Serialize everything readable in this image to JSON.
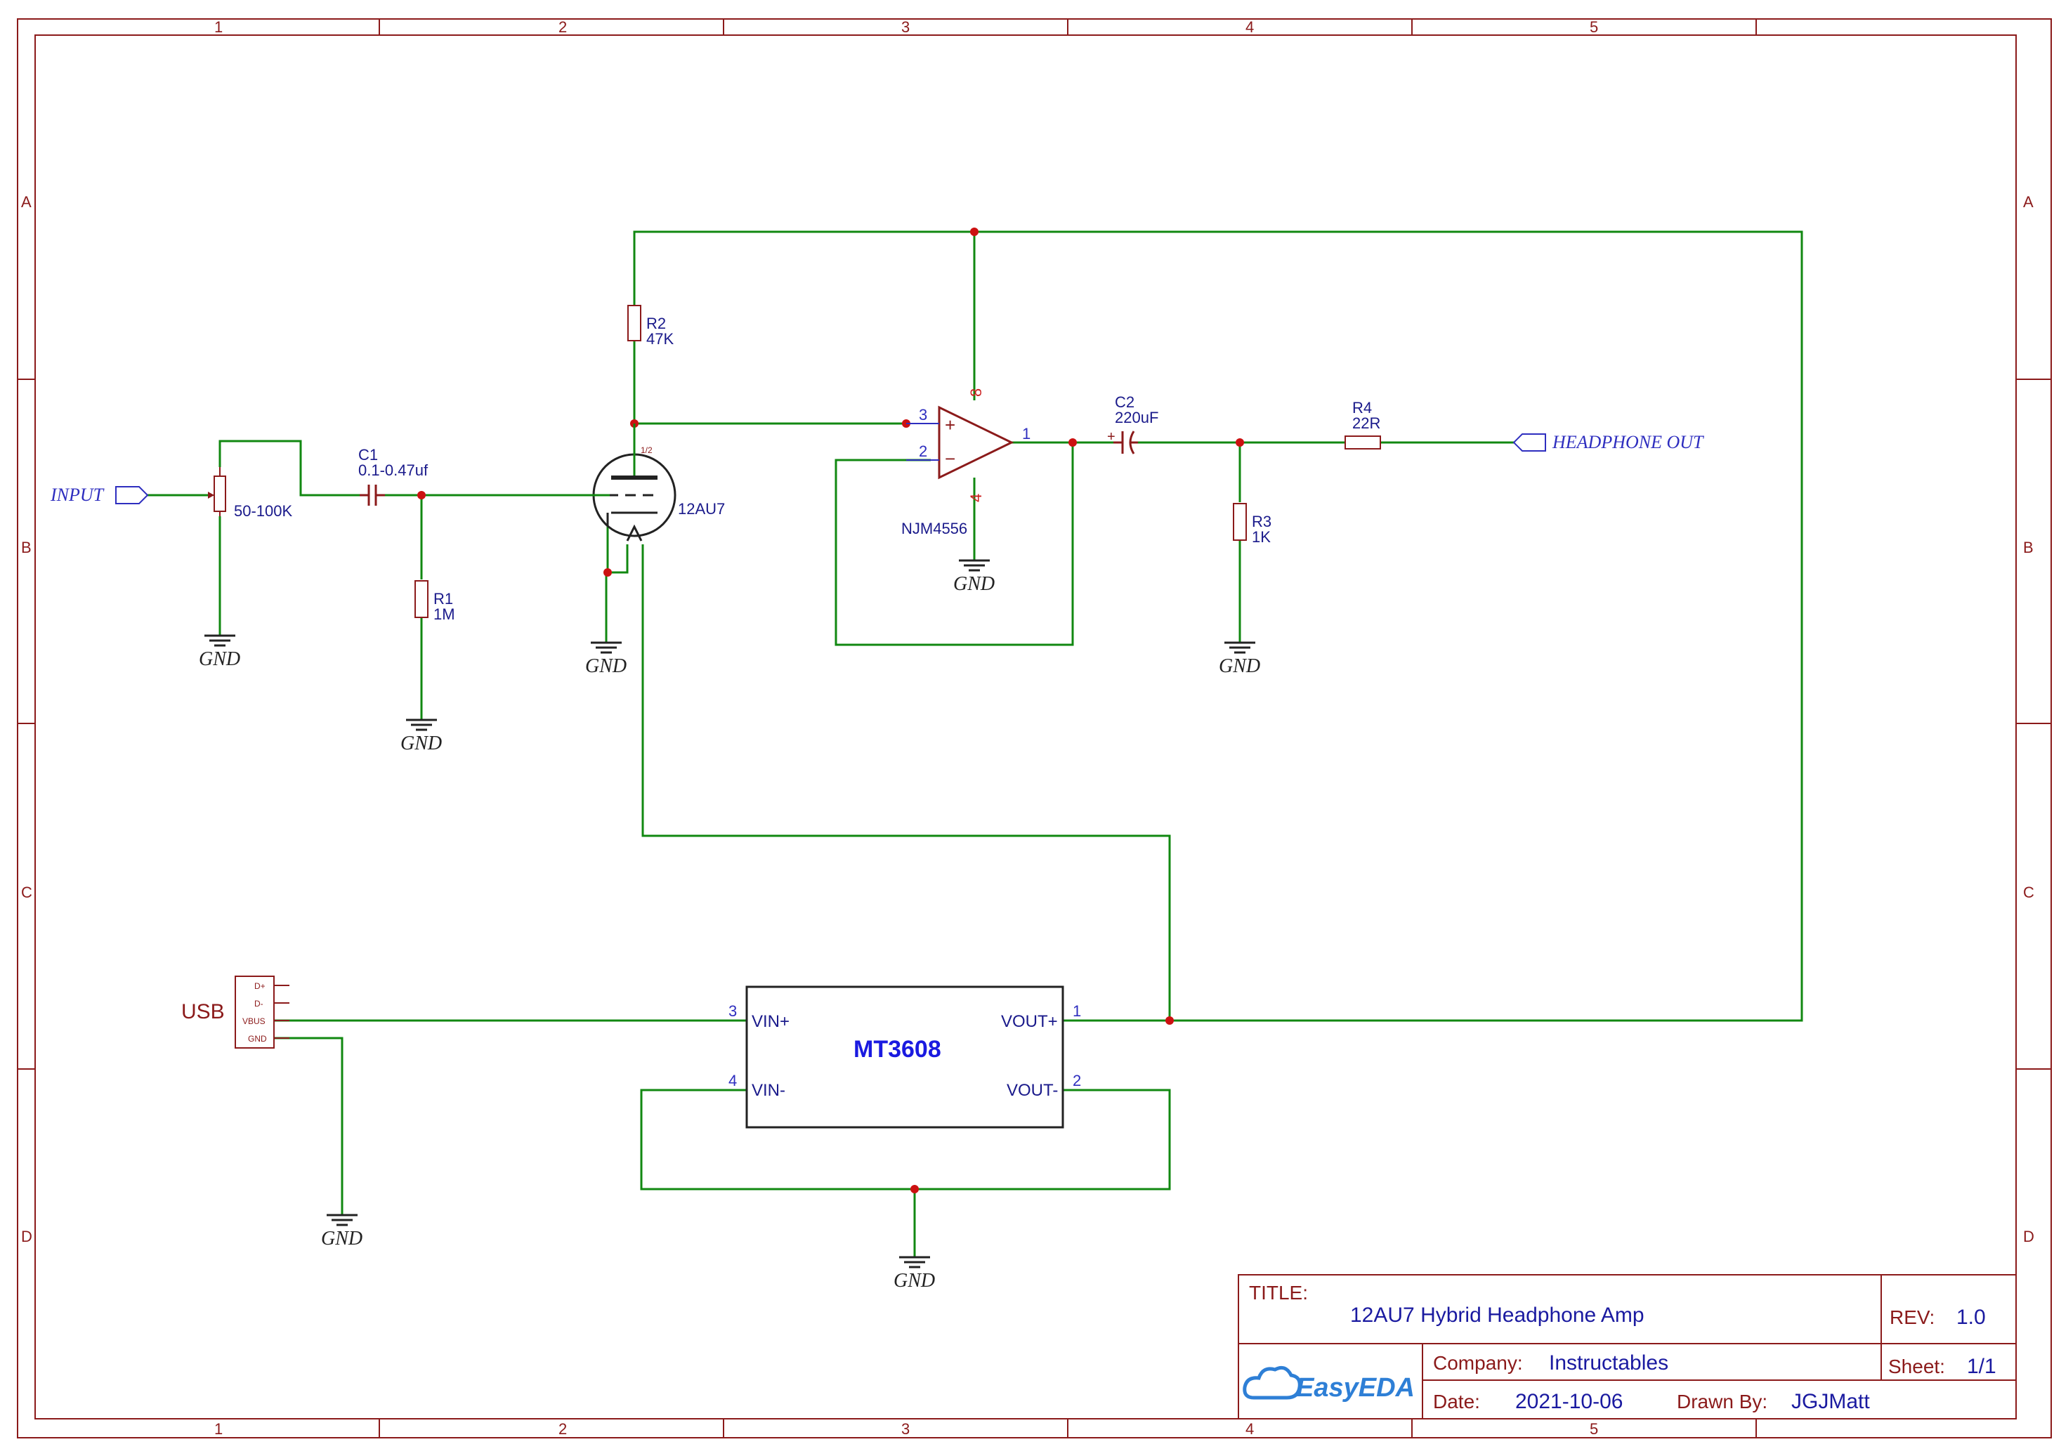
{
  "frame": {
    "columns": [
      "1",
      "2",
      "3",
      "4",
      "5"
    ],
    "rows": [
      "A",
      "B",
      "C",
      "D"
    ],
    "colors": {
      "frame": "#8b1a1a",
      "wire": "#118811",
      "junction": "#cc1111",
      "label": "#2e2ebf"
    }
  },
  "nets": {
    "input": "INPUT",
    "headphone_out": "HEADPHONE OUT",
    "gnd": "GND"
  },
  "components": {
    "pot": {
      "value": "50-100K"
    },
    "c1": {
      "ref": "C1",
      "value": "0.1-0.47uf"
    },
    "r1": {
      "ref": "R1",
      "value": "1M"
    },
    "r2": {
      "ref": "R2",
      "value": "47K"
    },
    "tube": {
      "value": "12AU7",
      "unit": "1/2"
    },
    "opamp": {
      "value": "NJM4556",
      "pin_plus": "3",
      "pin_minus": "2",
      "pin_out": "1",
      "pin_vcc": "8",
      "pin_gnd": "4",
      "plus_sign": "+",
      "minus_sign": "−"
    },
    "c2": {
      "ref": "C2",
      "value": "220uF",
      "polarity": "+"
    },
    "r3": {
      "ref": "R3",
      "value": "1K"
    },
    "r4": {
      "ref": "R4",
      "value": "22R"
    },
    "usb": {
      "ref": "USB",
      "pins": [
        "D+",
        "D-",
        "VBUS",
        "GND"
      ]
    },
    "mt3608": {
      "name": "MT3608",
      "pins": [
        {
          "num": "3",
          "label": "VIN+"
        },
        {
          "num": "4",
          "label": "VIN-"
        },
        {
          "num": "1",
          "label": "VOUT+"
        },
        {
          "num": "2",
          "label": "VOUT-"
        }
      ]
    }
  },
  "title_block": {
    "title_label": "TITLE:",
    "title": "12AU7 Hybrid Headphone Amp",
    "rev_label": "REV:",
    "rev": "1.0",
    "company_label": "Company:",
    "company": "Instructables",
    "sheet_label": "Sheet:",
    "sheet": "1/1",
    "date_label": "Date:",
    "date": "2021-10-06",
    "drawn_label": "Drawn By:",
    "drawn_by": "JGJMatt",
    "logo_text": "EasyEDA"
  }
}
